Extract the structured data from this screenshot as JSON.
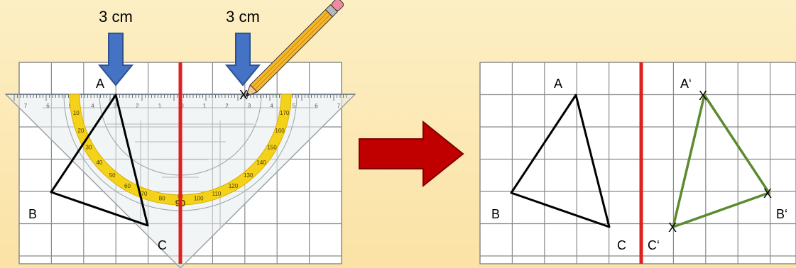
{
  "measure_labels": [
    "3 cm",
    "3 cm"
  ],
  "left_panel": {
    "vertices": {
      "A": "A",
      "B": "B",
      "C": "C"
    }
  },
  "protractor": {
    "center_degree": "90",
    "scale_labels": [
      "170",
      "160",
      "150",
      "140",
      "130",
      "120",
      "110",
      "100",
      "80",
      "70",
      "60",
      "50",
      "40",
      "30",
      "20",
      "10",
      "7",
      "6",
      "5",
      "4",
      "3",
      "2",
      "1",
      "0"
    ]
  },
  "right_panel": {
    "vertices": {
      "A": "A",
      "B": "B",
      "C": "C"
    },
    "mirrored_vertices": {
      "A": "A‘",
      "B": "B‘",
      "C": "C‘"
    },
    "mark": "X"
  },
  "colors": {
    "mirror_axis": "#e01f1f",
    "image_triangle": "#5b8a2f",
    "arrow_blue": "#4472c4",
    "arrow_red": "#c00000",
    "protractor_band": "#f5d21a"
  }
}
